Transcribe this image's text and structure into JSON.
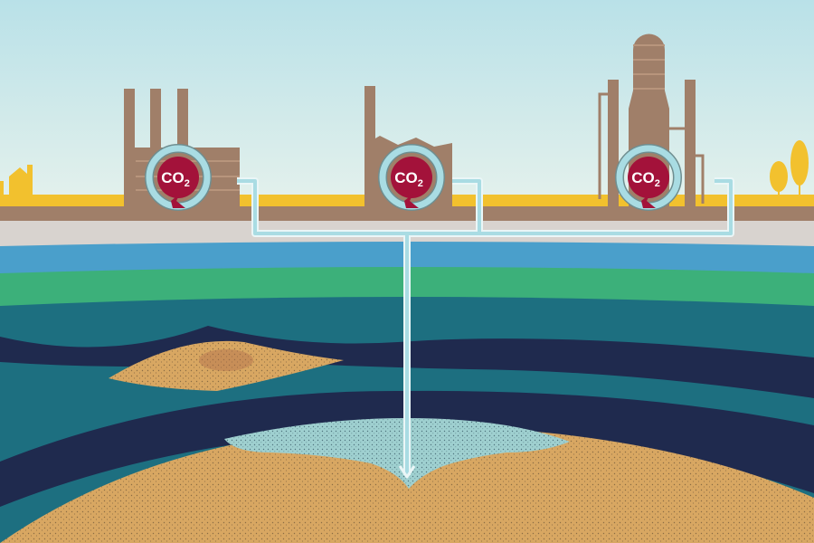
{
  "diagram": {
    "emitters": [
      {
        "type": "factory",
        "label": "CO",
        "subscript": "2"
      },
      {
        "type": "plant",
        "label": "CO",
        "subscript": "2"
      },
      {
        "type": "refinery",
        "label": "CO",
        "subscript": "2"
      }
    ],
    "colors": {
      "sky_top": "#b9e1e8",
      "sky_bottom": "#e4f1ec",
      "ground_yellow": "#f2c12e",
      "building_brown": "#a07f69",
      "co2_red": "#a3123a",
      "pipe_blue": "#a9dce3",
      "layer_blue": "#4a9fcb",
      "layer_green": "#3cb07a",
      "layer_teal": "#1d6f80",
      "cap_rock_navy": "#1f2a4e",
      "sand": "#d8a762",
      "stored_co2": "#9fd0d0"
    }
  }
}
